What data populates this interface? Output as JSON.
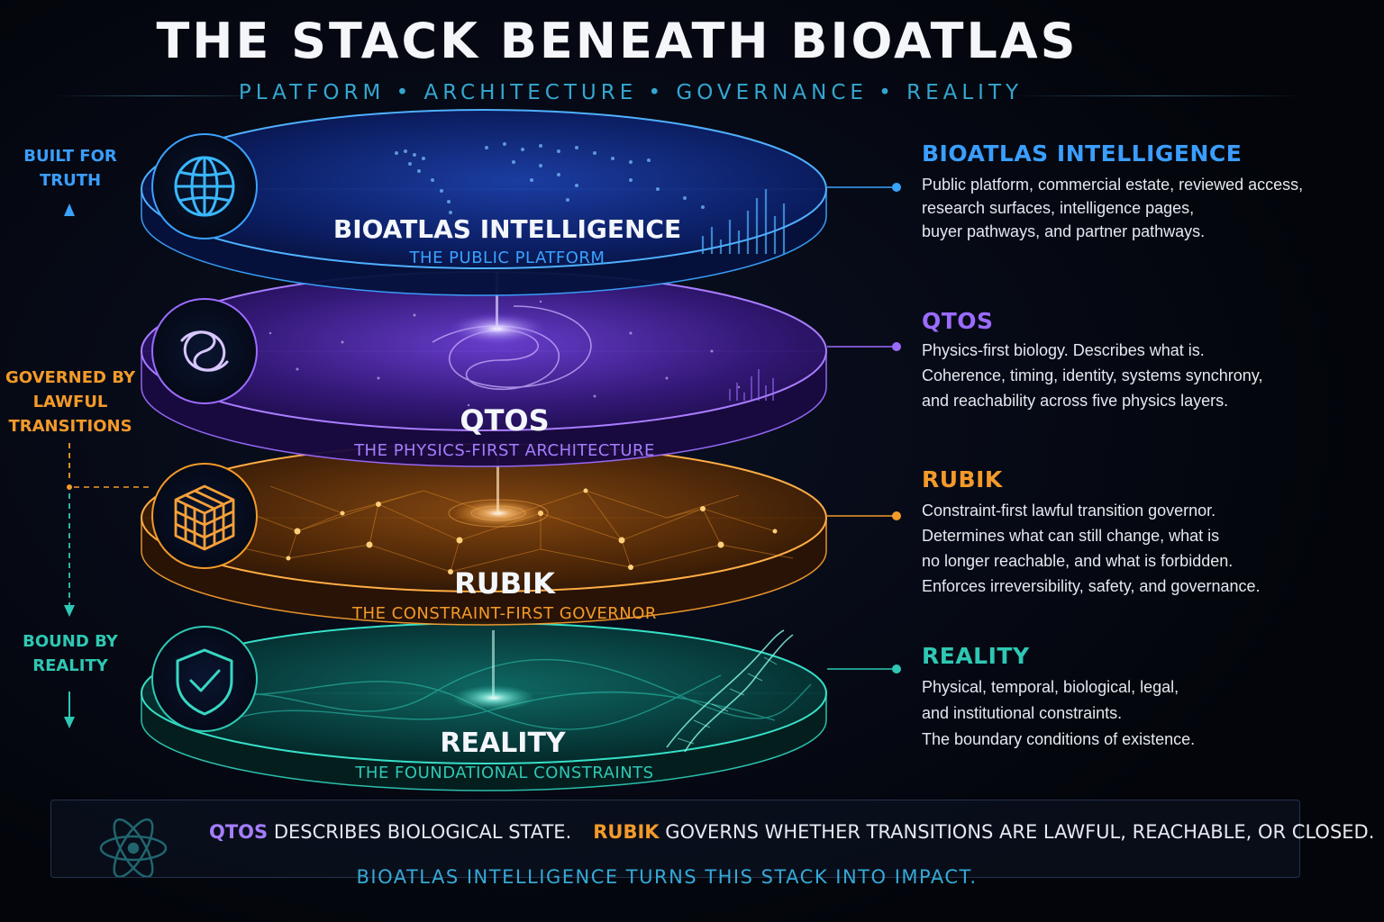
{
  "header": {
    "title": "THE STACK BENEATH BIOATLAS",
    "subtitle": "PLATFORM • ARCHITECTURE • GOVERNANCE • REALITY"
  },
  "side_labels": {
    "top": [
      "BUILT FOR",
      "TRUTH"
    ],
    "middle": [
      "GOVERNED BY",
      "LAWFUL",
      "TRANSITIONS"
    ],
    "bottom": [
      "BOUND BY",
      "REALITY"
    ]
  },
  "layers": [
    {
      "name": "BIOATLAS INTELLIGENCE",
      "tag": "THE PUBLIC PLATFORM",
      "icon": "globe-icon",
      "color": "#3aa2ff",
      "desc_title": "BIOATLAS INTELLIGENCE",
      "desc": [
        "Public platform, commercial estate, reviewed access,",
        "research surfaces, intelligence pages,",
        "buyer pathways, and partner pathways."
      ]
    },
    {
      "name": "QTOS",
      "tag": "THE PHYSICS-FIRST ARCHITECTURE",
      "icon": "spiral-galaxy-icon",
      "color": "#9b6bff",
      "desc_title": "QTOS",
      "desc": [
        "Physics-first biology. Describes what is.",
        "Coherence, timing, identity, systems synchrony,",
        "and reachability across five physics layers."
      ]
    },
    {
      "name": "RUBIK",
      "tag": "THE CONSTRAINT-FIRST GOVERNOR",
      "icon": "cube-icon",
      "color": "#f39a2a",
      "desc_title": "RUBIK",
      "desc": [
        "Constraint-first lawful transition governor.",
        "Determines what can still change, what is",
        "no longer reachable, and what is forbidden.",
        "Enforces irreversibility, safety, and governance."
      ]
    },
    {
      "name": "REALITY",
      "tag": "THE FOUNDATIONAL CONSTRAINTS",
      "icon": "shield-check-icon",
      "color": "#2ec8b4",
      "desc_title": "REALITY",
      "desc": [
        "Physical, temporal, biological, legal,",
        "and institutional constraints.",
        "The boundary conditions of existence."
      ]
    }
  ],
  "footer": {
    "icon": "atom-icon",
    "line1": {
      "qtos": "QTOS",
      "qtos_rest": " DESCRIBES BIOLOGICAL STATE.",
      "rubik": "RUBIK",
      "rubik_rest": " GOVERNS WHETHER TRANSITIONS ARE LAWFUL, REACHABLE, OR CLOSED."
    },
    "line2": "BIOATLAS INTELLIGENCE TURNS THIS STACK INTO IMPACT."
  }
}
